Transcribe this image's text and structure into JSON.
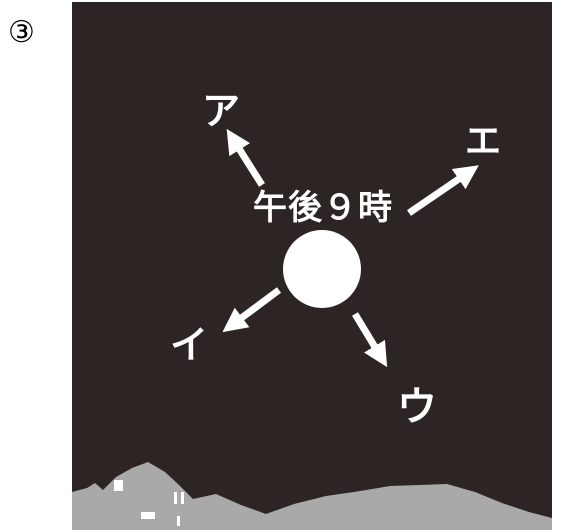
{
  "question": {
    "number": "③"
  },
  "scene": {
    "time_label": "午後９時",
    "directions": {
      "a": "ア",
      "e": "エ",
      "i": "イ",
      "u": "ウ"
    }
  },
  "colors": {
    "sky": "#2d2424",
    "moon": "#ffffff",
    "arrows": "#ffffff",
    "landscape": "#a9a9a9"
  }
}
